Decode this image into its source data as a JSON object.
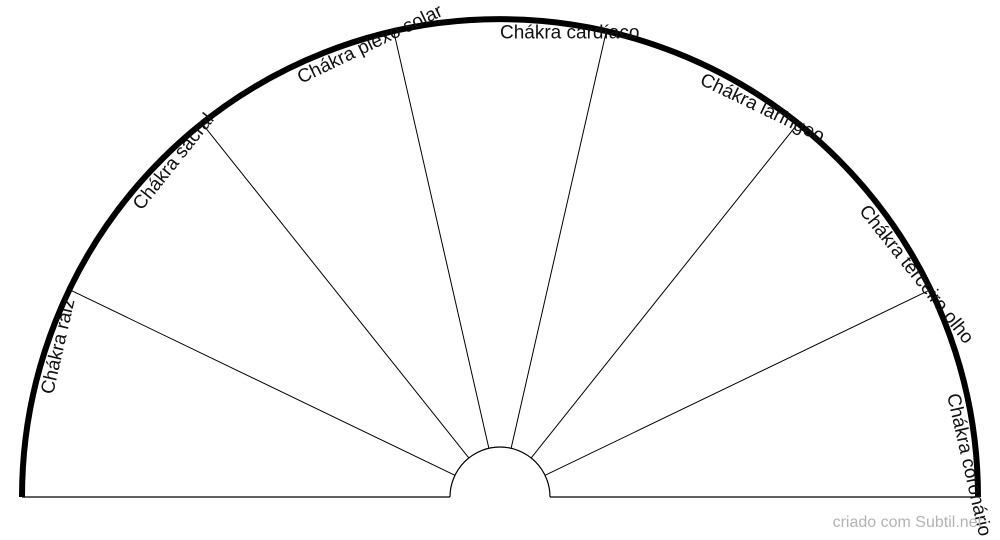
{
  "chart": {
    "sector_count": 7,
    "labels": [
      "Chákra raiz",
      "Chákra sacral",
      "Chákra plexo solar",
      "Chákra cardíaco",
      "Chákra laríngeo",
      "Chákra terceiro olho",
      "Chákra coronário"
    ],
    "colors": {
      "outline": "#000000",
      "divider": "#000000",
      "label": "#111111",
      "credit": "#b3b3b3"
    }
  },
  "footer": {
    "credit": "criado com Subtil.net"
  }
}
